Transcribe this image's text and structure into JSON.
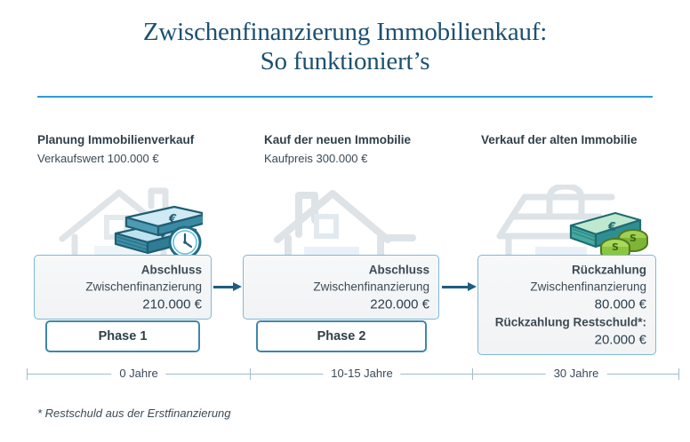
{
  "header": {
    "title_line1": "Zwischenfinanzierung Immobilienkauf:",
    "title_line2": "So funktioniert’s"
  },
  "colors": {
    "accent_rule": "#2e9bd6",
    "title": "#1c5070",
    "card_border": "#7fb8da",
    "phase_border": "#3d86ae",
    "arrow": "#1f5e80",
    "timeline": "#9fbccd",
    "money_teal": "#2e7f96",
    "coin_green": "#8cc63f"
  },
  "columns": [
    {
      "heading": "Planung Immobilienverkauf",
      "subheading": "Verkaufswert 100.000 €",
      "icon": "money-clock-icon",
      "watermark": "house-pitched-roof-icon"
    },
    {
      "heading": "Kauf der neuen Immobilie",
      "subheading": "Kaufpreis 300.000 €",
      "icon": "",
      "watermark": "house-chimney-icon"
    },
    {
      "heading": "Verkauf der alten Immobilie",
      "subheading": "",
      "icon": "money-coins-icon",
      "watermark": "house-modern-icon"
    }
  ],
  "cards": [
    {
      "lines": [
        {
          "text": "Abschluss",
          "bold": true,
          "amount": false
        },
        {
          "text": "Zwischenfinanzierung",
          "bold": false,
          "amount": false
        },
        {
          "text": "210.000 €",
          "bold": false,
          "amount": true
        }
      ]
    },
    {
      "lines": [
        {
          "text": "Abschluss",
          "bold": true,
          "amount": false
        },
        {
          "text": "Zwischenfinanzierung",
          "bold": false,
          "amount": false
        },
        {
          "text": "220.000 €",
          "bold": false,
          "amount": true
        }
      ]
    },
    {
      "lines": [
        {
          "text": "Rückzahlung",
          "bold": true,
          "amount": false
        },
        {
          "text": "Zwischenfinanzierung",
          "bold": false,
          "amount": false
        },
        {
          "text": "80.000 €",
          "bold": false,
          "amount": true
        },
        {
          "text": "Rückzahlung Restschuld*:",
          "bold": true,
          "amount": false
        },
        {
          "text": "20.000 €",
          "bold": false,
          "amount": true
        }
      ]
    }
  ],
  "phases": [
    {
      "label": "Phase 1"
    },
    {
      "label": "Phase 2"
    }
  ],
  "timeline": [
    {
      "label": "0 Jahre"
    },
    {
      "label": "10-15 Jahre"
    },
    {
      "label": "30  Jahre"
    }
  ],
  "footnote": "* Restschuld aus der Erstfinanzierung"
}
